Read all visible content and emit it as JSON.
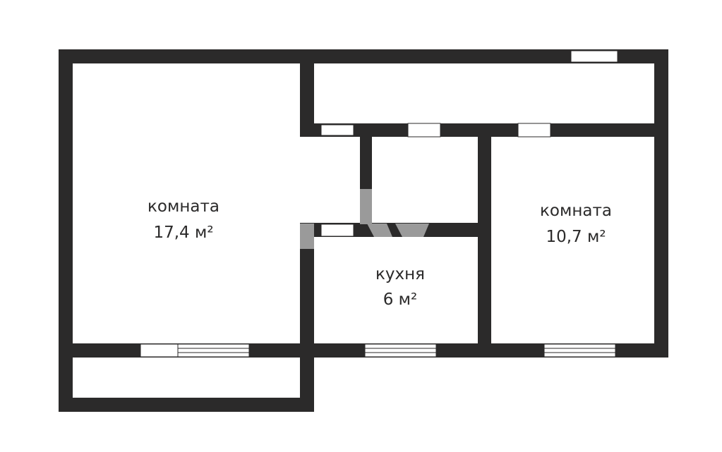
{
  "floorplan": {
    "colors": {
      "wall": "#2b2a2a",
      "background": "#ffffff",
      "watermark": "#9a9a9a"
    },
    "rooms": [
      {
        "id": "room-large",
        "name": "комната",
        "area": "17,4 м²"
      },
      {
        "id": "kitchen",
        "name": "кухня",
        "area": "6 м²"
      },
      {
        "id": "room-small",
        "name": "комната",
        "area": "10,7 м²"
      }
    ]
  }
}
